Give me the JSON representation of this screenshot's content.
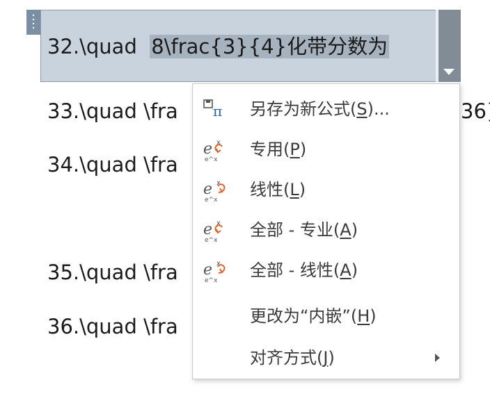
{
  "equation": {
    "prefix": "32.\\quad  ",
    "selected": "8\\frac{3}{4}化带分数为"
  },
  "doc_lines": [
    {
      "text": "33.\\quad \\fra",
      "tail": "36}"
    },
    {
      "text": "34.\\quad \\fra",
      "tail": ""
    },
    {
      "text": "35.\\quad \\fra",
      "tail": ""
    },
    {
      "text": "36.\\quad \\fra",
      "tail": ""
    }
  ],
  "menu": {
    "items": [
      {
        "pre": "另存为新公式(",
        "key": "S",
        "post": ")...",
        "icon": "save-equation-icon"
      },
      {
        "pre": "专用(",
        "key": "P",
        "post": ")",
        "icon": "professional-format-icon"
      },
      {
        "pre": "线性(",
        "key": "L",
        "post": ")",
        "icon": "linear-format-icon"
      },
      {
        "pre": "全部 - 专业(",
        "key": "A",
        "post": ")",
        "icon": "all-professional-icon"
      },
      {
        "pre": "全部 - 线性(",
        "key": "A",
        "post": ")",
        "icon": "all-linear-icon"
      },
      {
        "pre": "更改为“内嵌”(",
        "key": "H",
        "post": ")",
        "icon": ""
      },
      {
        "pre": "对齐方式(",
        "key": "J",
        "post": ")",
        "icon": ""
      }
    ]
  },
  "colors": {
    "equation_bg": "#c9d3de",
    "selection": "#a7b2bf",
    "dropdown": "#828c97",
    "icon_orange": "#e0642a",
    "icon_blue": "#2a5fa8"
  }
}
